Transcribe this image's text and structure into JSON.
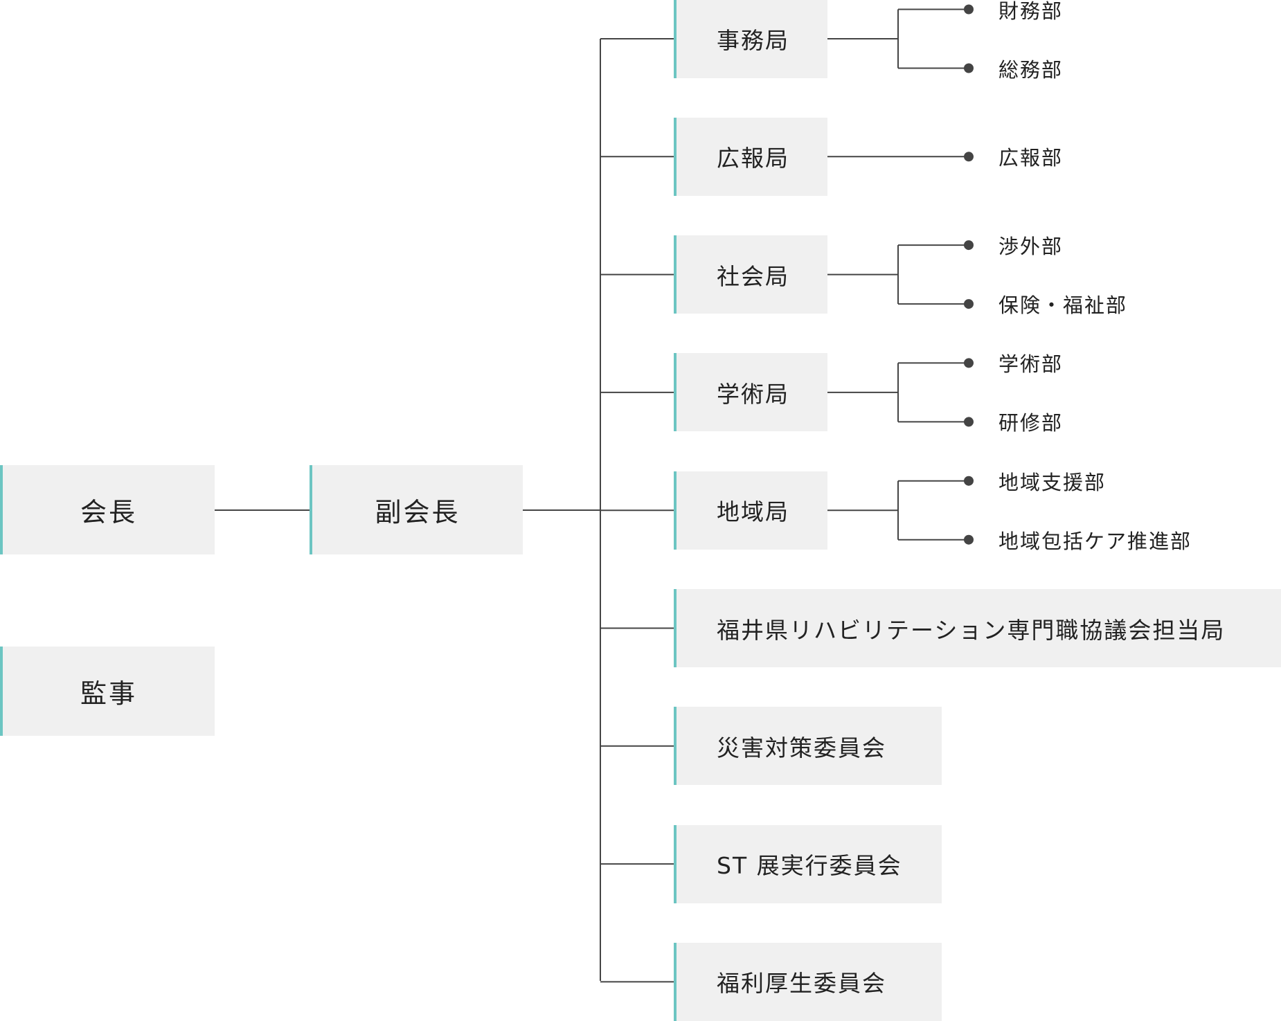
{
  "accent_color": "#6cc5c2",
  "box_color": "#f0f0f0",
  "line_color": "#444444",
  "top": {
    "president": "会長",
    "vice_president": "副会長",
    "auditor": "監事"
  },
  "departments": [
    {
      "label": "事務局",
      "subs": [
        "財務部",
        "総務部"
      ]
    },
    {
      "label": "広報局",
      "subs": [
        "広報部"
      ]
    },
    {
      "label": "社会局",
      "subs": [
        "渉外部",
        "保険・福祉部"
      ]
    },
    {
      "label": "学術局",
      "subs": [
        "学術部",
        "研修部"
      ]
    },
    {
      "label": "地域局",
      "subs": [
        "地域支援部",
        "地域包括ケア推進部"
      ]
    },
    {
      "label": "福井県リハビリテーション専門職協議会担当局",
      "subs": []
    },
    {
      "label": "災害対策委員会",
      "subs": []
    },
    {
      "label": "ST 展実行委員会",
      "subs": []
    },
    {
      "label": "福利厚生委員会",
      "subs": []
    }
  ]
}
